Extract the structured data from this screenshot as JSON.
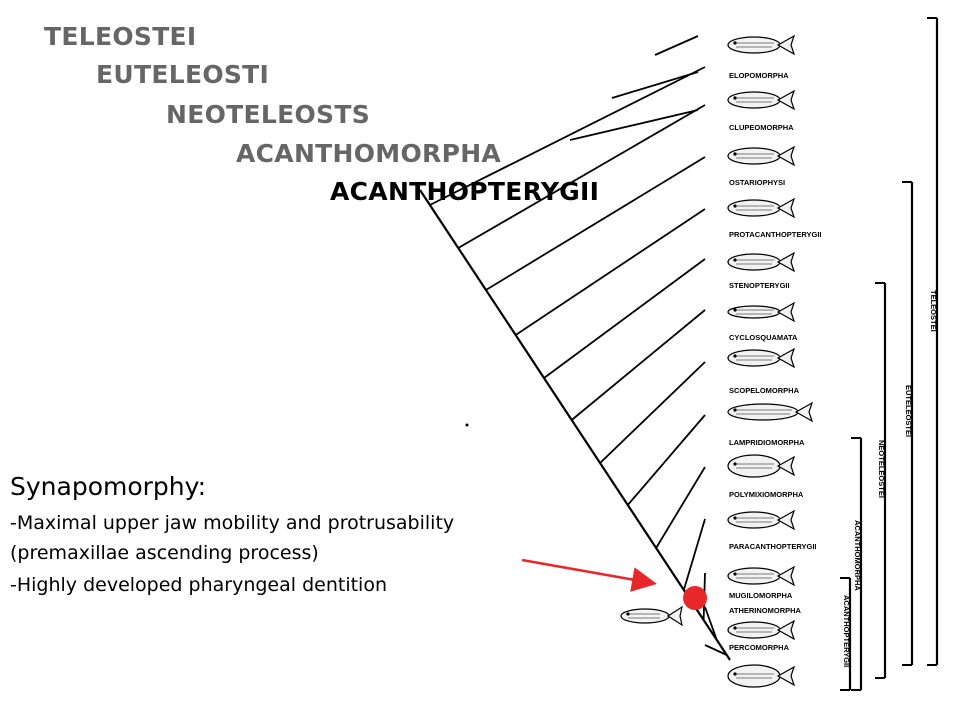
{
  "hierarchy": [
    {
      "label": "TELEOSTEI",
      "color": "#666666"
    },
    {
      "label": "EUTELEOSTI",
      "color": "#666666"
    },
    {
      "label": "NEOTELEOSTS",
      "color": "#666666"
    },
    {
      "label": "ACANTHOMORPHA",
      "color": "#666666"
    },
    {
      "label": "ACANTHOPTERYGII",
      "color": "#000000"
    }
  ],
  "synapomorphy": {
    "title": "Synapomorphy:",
    "lines": [
      "-Maximal upper jaw mobility and protrusability",
      "(premaxillae ascending process)",
      "-Highly developed pharyngeal dentition"
    ]
  },
  "taxa": [
    "ELOPOMORPHA",
    "CLUPEOMORPHA",
    "OSTARIOPHYSI",
    "PROTACANTHOPTERYGII",
    "STENOPTERYGII",
    "CYCLOSQUAMATA",
    "SCOPELOMORPHA",
    "LAMPRIDIOMORPHA",
    "POLYMIXIOMORPHA",
    "PARACANTHOPTERYGII",
    "MUGILOMORPHA",
    "ATHERINOMORPHA",
    "PERCOMORPHA"
  ],
  "clades": [
    "TELEOSTEI",
    "EUTELEOSTEI",
    "NEOTELEOSTEI",
    "ACANTHOMORPHA",
    "ACANTHOPTERYGII"
  ],
  "colors": {
    "marker": "#e8272a",
    "arrow": "#e8272a",
    "tree": "#000000"
  }
}
